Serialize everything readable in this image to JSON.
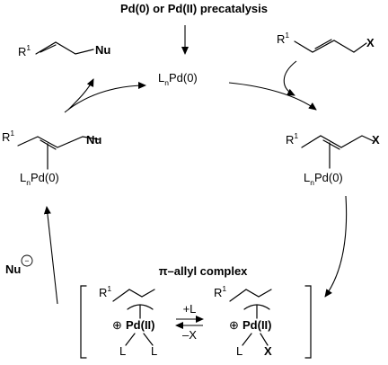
{
  "title": "Pd(0) or Pd(II) precatalysis",
  "catalyst": {
    "L": "L",
    "n": "n",
    "pd": "Pd(0)"
  },
  "substrate": {
    "R": "R",
    "sup": "1",
    "X": "X"
  },
  "product": {
    "R": "R",
    "sup": "1",
    "Nu": "Nu"
  },
  "complex_right": {
    "R": "R",
    "sup": "1",
    "X": "X",
    "L": "L",
    "n": "n",
    "pd": "Pd(0)"
  },
  "complex_left": {
    "R": "R",
    "sup": "1",
    "Nu": "Nu",
    "L": "L",
    "n": "n",
    "pd": "Pd(0)"
  },
  "nucleophile": {
    "label": "Nu",
    "charge": "−"
  },
  "pi_allyl": {
    "title": "π–allyl complex",
    "left": {
      "R": "R",
      "sup": "1",
      "plus": "⊕",
      "pd": "Pd(II)",
      "L1": "L",
      "L2": "L"
    },
    "right": {
      "R": "R",
      "sup": "1",
      "plus": "⊕",
      "pd": "Pd(II)",
      "L": "L",
      "X": "X"
    },
    "forward": "+L",
    "reverse": "–X"
  }
}
